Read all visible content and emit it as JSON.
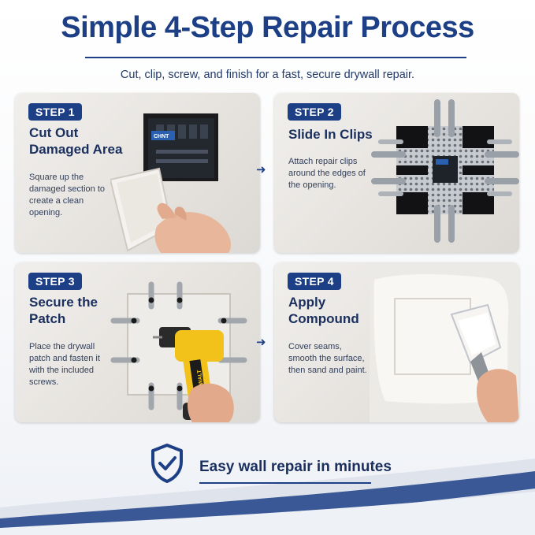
{
  "header": {
    "title": "Simple 4-Step Repair Process",
    "subtitle": "Cut, clip, screw, and finish for a fast, secure drywall repair."
  },
  "steps": [
    {
      "badge": "STEP 1",
      "title": "Cut Out Damaged Area",
      "description": "Square up the damaged section to create a clean opening."
    },
    {
      "badge": "STEP 2",
      "title": "Slide In Clips",
      "description": "Attach repair clips around the edges of the opening."
    },
    {
      "badge": "STEP 3",
      "title": "Secure the Patch",
      "description": "Place the drywall patch and fasten it with the included screws."
    },
    {
      "badge": "STEP 4",
      "title": "Apply Compound",
      "description": "Cover seams, smooth the surface, then sand and paint."
    }
  ],
  "brand": {
    "panel_label": "CHNT",
    "drill_label": "DEWALT"
  },
  "arrows": [
    "➜",
    "➜"
  ],
  "footer": {
    "text": "Easy wall repair in minutes",
    "icon": "shield-check-icon"
  },
  "colors": {
    "primary": "#1d3f86",
    "drill_yellow": "#f2c21b"
  }
}
